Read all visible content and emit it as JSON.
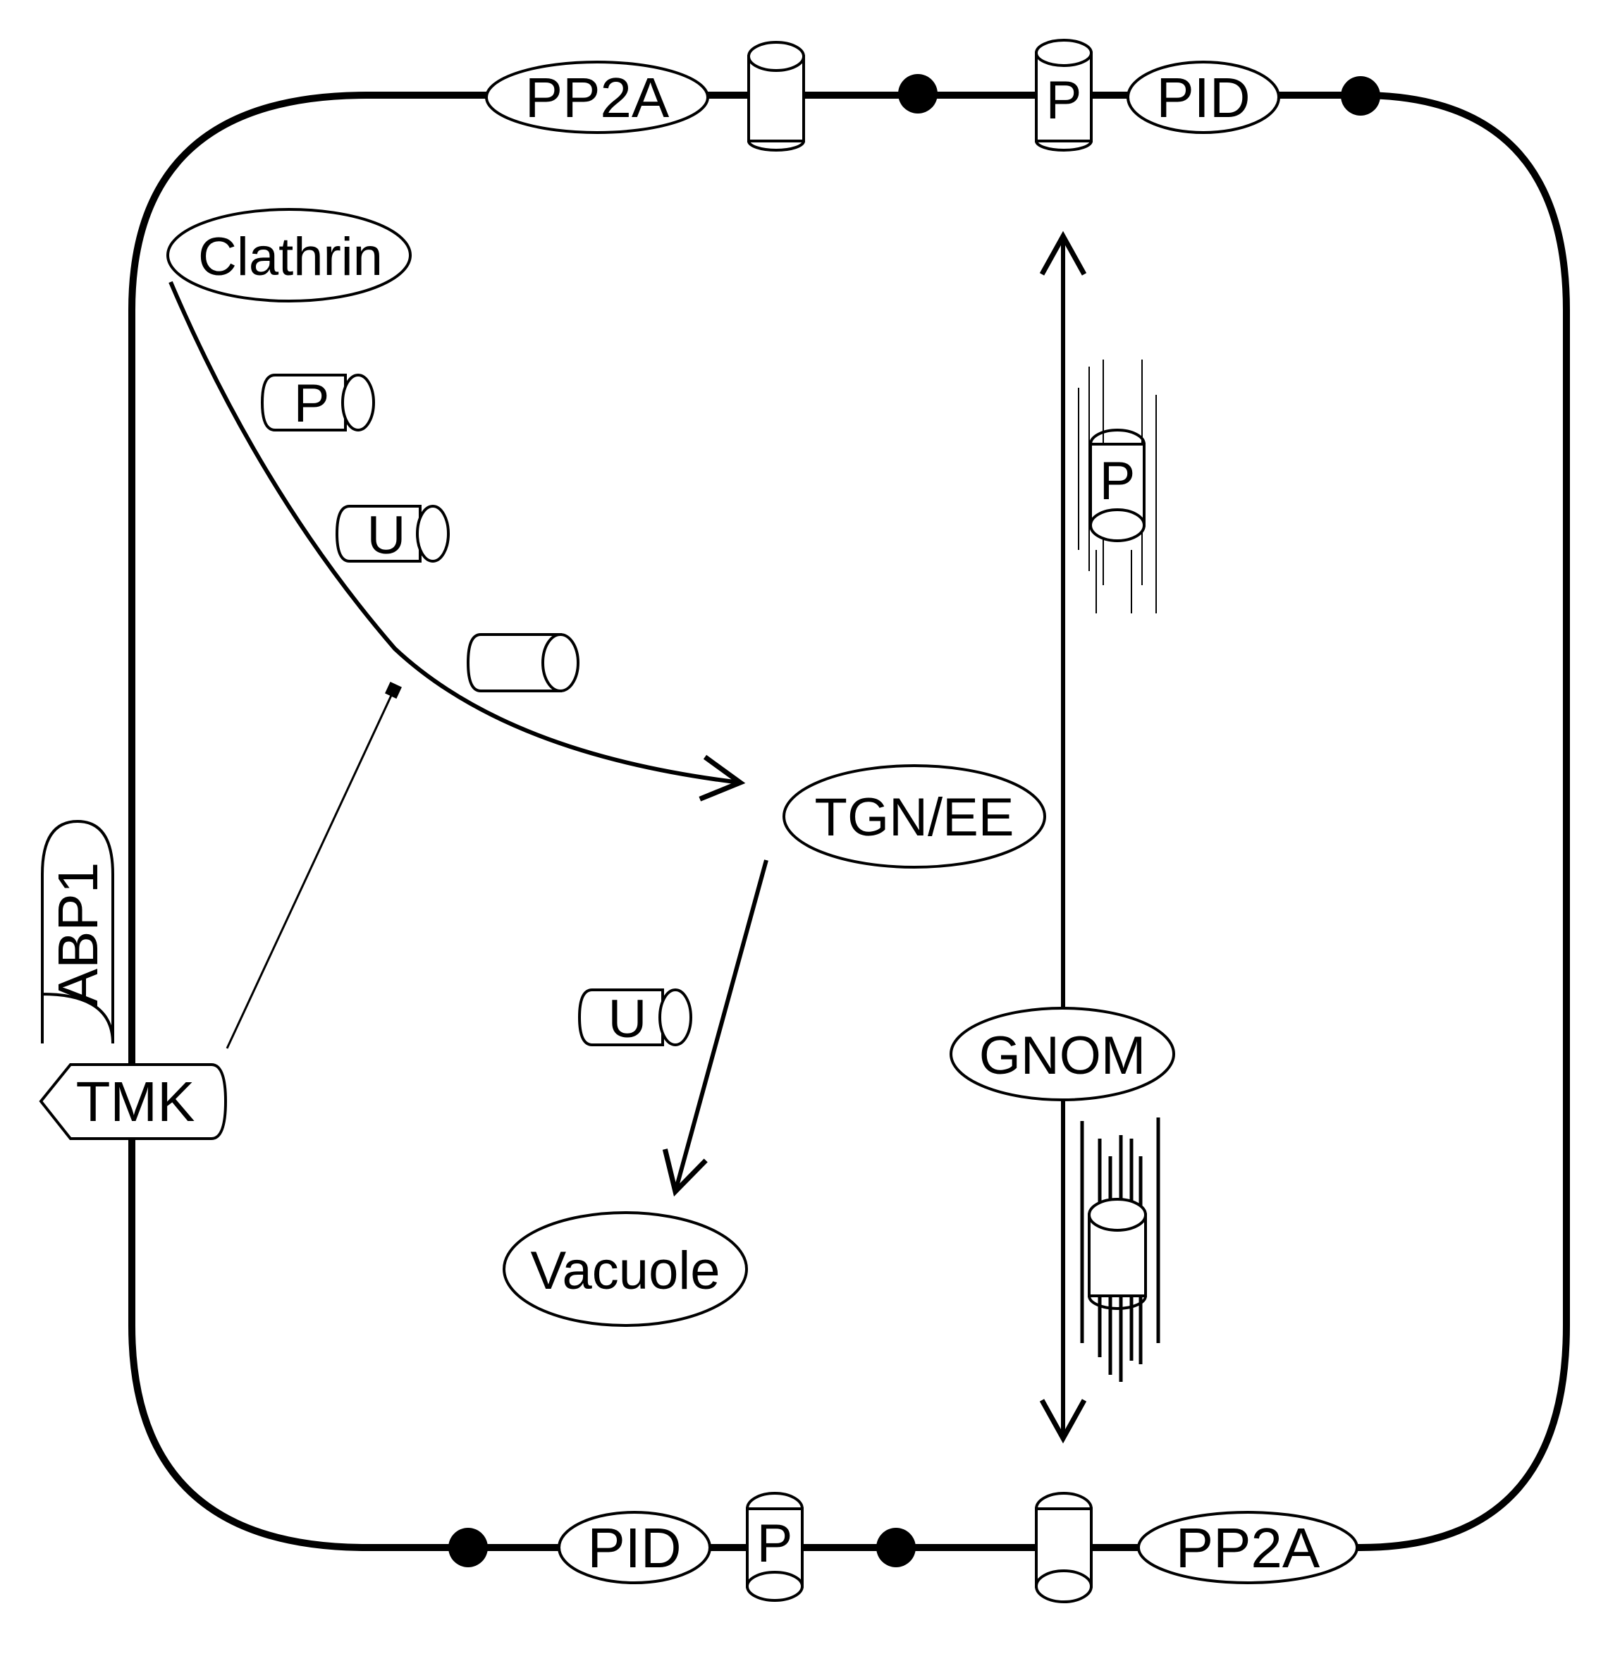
{
  "labels": {
    "clathrin": "Clathrin",
    "tgn_ee": "TGN/EE",
    "vacuole": "Vacuole",
    "gnom": "GNOM",
    "abp1": "ABP1",
    "tmk": "TMK",
    "pp2a_top": "PP2A",
    "pid_top": "PID",
    "pp2a_bottom": "PP2A",
    "pid_bottom": "PID",
    "pin_phosphorylated": "P",
    "pin_ubiquitinated": "U"
  }
}
